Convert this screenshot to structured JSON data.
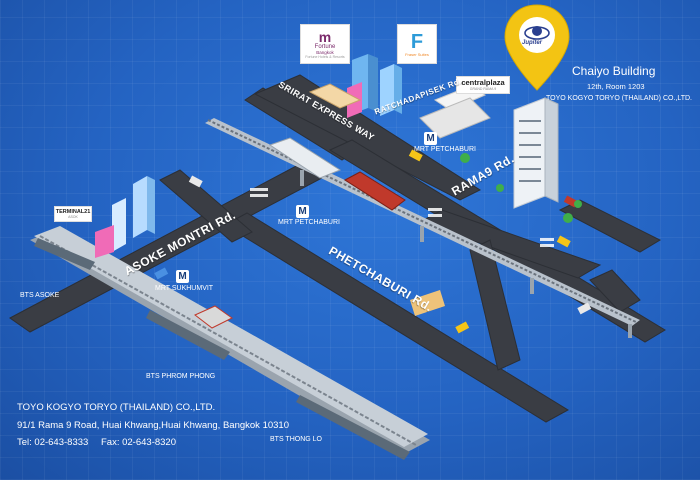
{
  "office": {
    "building": "Chaiyo Building",
    "room": "12th, Room 1203",
    "company_short": "TOYO KOGYO TORYO (THAILAND) CO.,LTD.",
    "pin_logo": "Jupiter"
  },
  "roads": {
    "srirat": "SRIRAT EXPRESS WAY",
    "ratchadapisek": "RATCHADAPISEK Rd.",
    "rama9": "RAMA9 Rd.",
    "asoke": "ASOKE MONTRI Rd.",
    "petchaburi": "PHETCHABURI Rd."
  },
  "stations": {
    "mrt_rama9": "MRT PETCHABURI",
    "mrt_petchaburi": "MRT PETCHABURI",
    "mrt_sukhumvit": "MRT SUKHUMVIT",
    "bts_asoke": "BTS ASOKE",
    "bts_phrom_phong": "BTS PHROM PHONG",
    "bts_thong_lo": "BTS THONG LO",
    "mrt_letter": "M"
  },
  "landmarks": {
    "fortune_name": "Fortune",
    "fortune_city": "Bangkok",
    "fortune_tag": "Fortune Hotels & Resorts",
    "fraser_letter": "F",
    "fraser_name": "Fraser Suites",
    "central_plaza": "centralplaza",
    "central_sub": "GRAND RAMA 9",
    "terminal21": "TERMINAL21",
    "terminal21_sub": "ASOK"
  },
  "contact": {
    "company": "TOYO KOGYO TORYO (THAILAND) CO.,LTD.",
    "address": "91/1 Rama 9 Road, Huai Khwang,Huai Khwang, Bangkok 10310",
    "tel": "Tel: 02-643-8333",
    "fax": "Fax: 02-643-8320"
  },
  "colors": {
    "background": "#2463c2",
    "road": "#3a3d44",
    "pin": "#f3c413",
    "train": "#c0392b"
  }
}
